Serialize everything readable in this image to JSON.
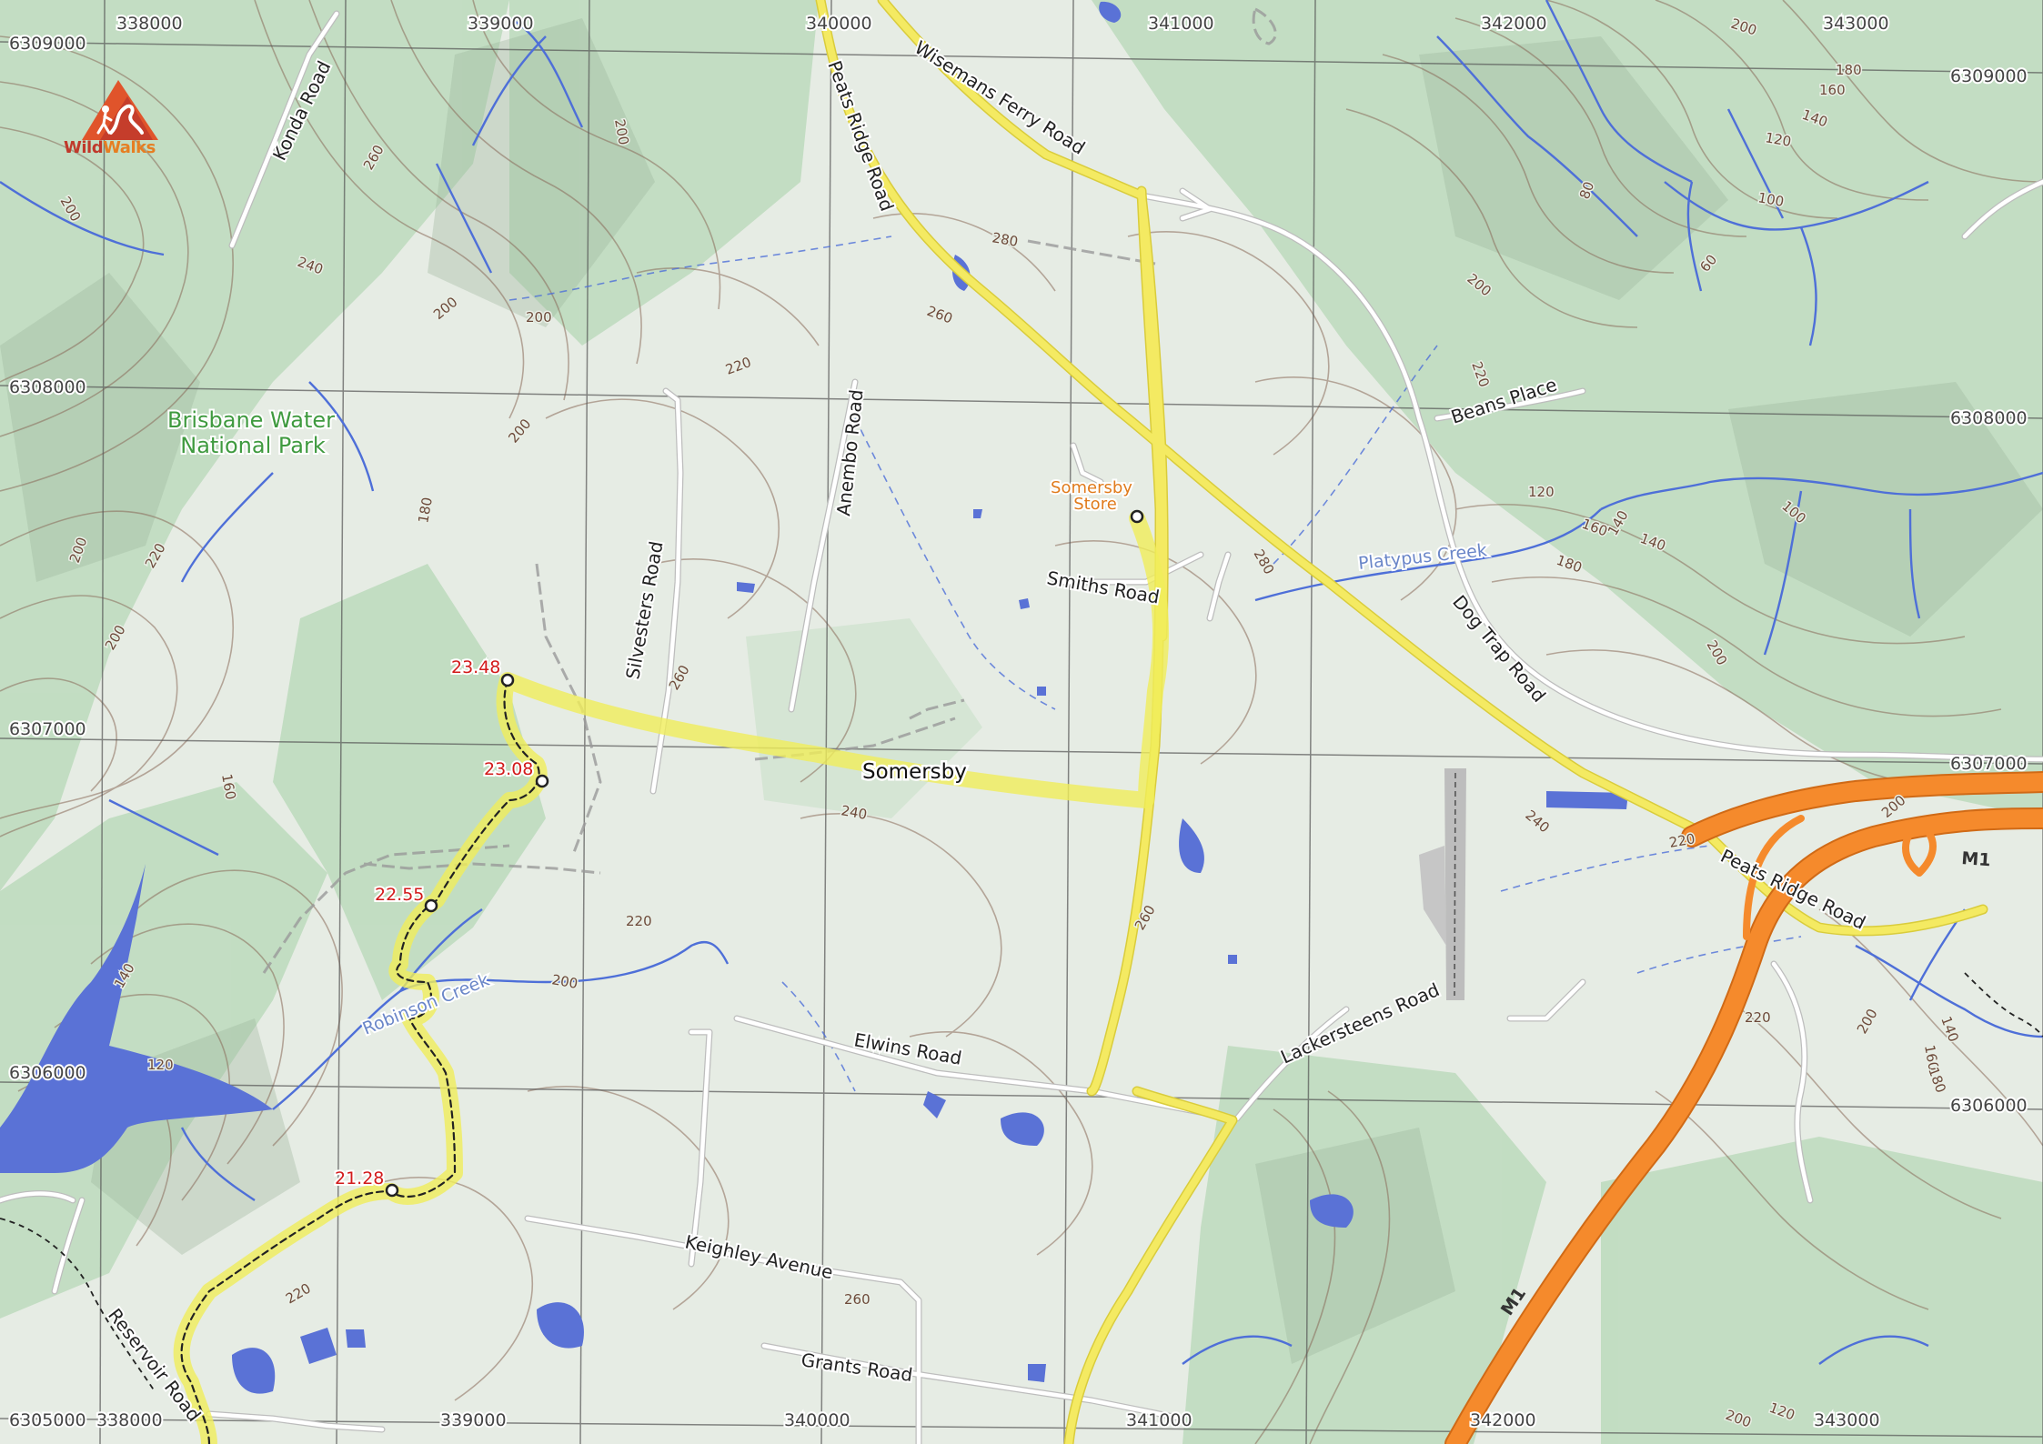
{
  "logo": {
    "part1": "Wild",
    "part2": "Walks"
  },
  "park_label": {
    "line1": "Brisbane Water",
    "line2": "National Park"
  },
  "town_label": "Somersby",
  "store_label": {
    "line1": "Somersby",
    "line2": "Store"
  },
  "grid": {
    "easting_top": [
      "338000",
      "339000",
      "340000",
      "341000",
      "342000",
      "343000"
    ],
    "easting_bottom": [
      "338000",
      "339000",
      "340000",
      "341000",
      "342000",
      "343000"
    ],
    "northing_left": [
      "6309000",
      "6308000",
      "6307000",
      "6306000",
      "6305000"
    ],
    "northing_right": [
      "6309000",
      "6308000",
      "6307000",
      "6306000"
    ]
  },
  "roads": {
    "konda": "Konda Road",
    "peats_ridge_north": "Peats Ridge Road",
    "wisemans_ferry": "Wisemans Ferry Road",
    "anembo": "Anembo Road",
    "silvesters": "Silvesters Road",
    "smiths": "Smiths Road",
    "beans": "Beans Place",
    "dog_trap": "Dog Trap Road",
    "peats_ridge_east": "Peats Ridge Road",
    "lackersteens": "Lackersteens Road",
    "elwins": "Elwins Road",
    "keighley": "Keighley Avenue",
    "grants": "Grants Road",
    "reservoir": "Reservoir Road",
    "motorway_1": "M1",
    "motorway_2": "M1"
  },
  "creeks": {
    "platypus": "Platypus Creek",
    "robinson": "Robinson Creek"
  },
  "waypoints": [
    "23.48",
    "23.08",
    "22.55",
    "21.28"
  ],
  "contours": [
    "200",
    "260",
    "240",
    "200",
    "260",
    "280",
    "200",
    "180",
    "160",
    "140",
    "120",
    "100",
    "80",
    "60",
    "200",
    "220",
    "200",
    "200",
    "200",
    "180",
    "220",
    "200",
    "200",
    "160",
    "140",
    "120",
    "220",
    "260",
    "240",
    "280",
    "220",
    "260",
    "200",
    "220",
    "240",
    "200",
    "220",
    "160",
    "140",
    "180",
    "200",
    "140",
    "120",
    "160",
    "140",
    "100",
    "200",
    "180",
    "260",
    "220",
    "200",
    "120"
  ],
  "colors": {
    "track_highlight": "#f0ee5a",
    "road_yellow": "#f4ea62",
    "motorway": "#f58a2c",
    "water": "#5a72d6",
    "creek": "#4e6fd8",
    "contour": "#8a6b5a",
    "grid": "#555555",
    "waypoint": "#d21a1a",
    "park_text": "#3f9a3f",
    "store_text": "#e07b1c"
  }
}
